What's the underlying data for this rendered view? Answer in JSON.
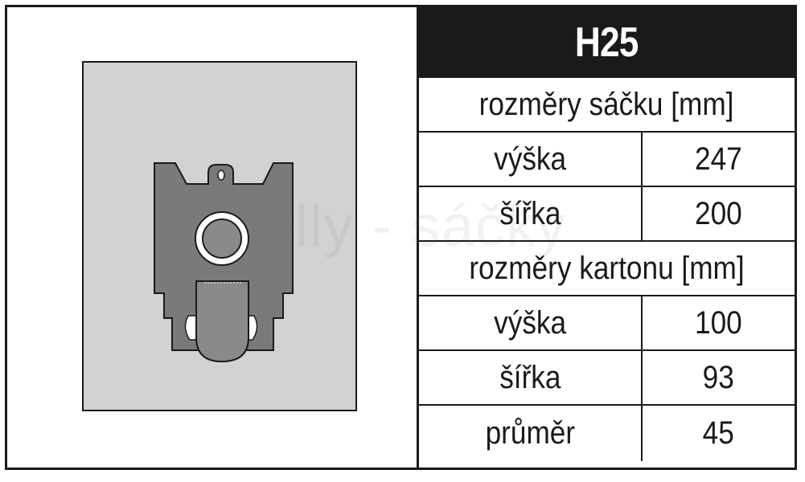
{
  "product_code": "H25",
  "watermark": "lolly - sáčky",
  "sections": {
    "bag_dimensions": {
      "heading": "rozměry sáčku [mm]",
      "rows": [
        {
          "label": "výška",
          "value": "247"
        },
        {
          "label": "šířka",
          "value": "200"
        }
      ]
    },
    "carton_dimensions": {
      "heading": "rozměry kartonu [mm]",
      "rows": [
        {
          "label": "výška",
          "value": "100"
        },
        {
          "label": "šířka",
          "value": "93"
        },
        {
          "label": "průměr",
          "value": "45"
        }
      ]
    }
  },
  "colors": {
    "border": "#1a1a1a",
    "title_background": "#1a1a1a",
    "title_text": "#ffffff",
    "card_background": "#d2d2d2",
    "bag_collar": "#7a7a7a"
  },
  "icons": {
    "bag": "vacuum-bag-collar-icon"
  }
}
